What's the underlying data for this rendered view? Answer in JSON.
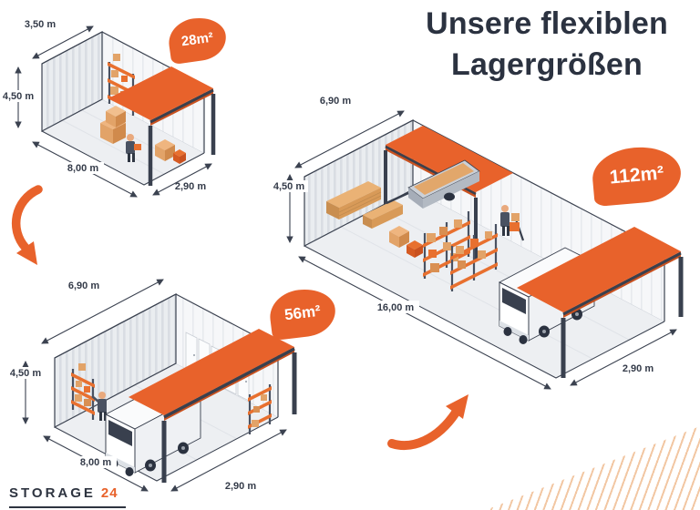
{
  "title": {
    "line1": "Unsere flexiblen",
    "line2": "Lagergrößen"
  },
  "brand": {
    "name": "STORAGE",
    "number": "24"
  },
  "colors": {
    "accent": "#E8622B",
    "accent_dark": "#C9511F",
    "dark": "#2E3440",
    "wall_light": "#EAEDF0",
    "wall_interior": "#F6F7F9",
    "floor": "#EDEFF2"
  },
  "units": [
    {
      "id": "unit-28",
      "size": "28m²",
      "dims": {
        "width": "3,50 m",
        "height": "4,50 m",
        "length": "8,00 m",
        "gate": "2,90 m"
      }
    },
    {
      "id": "unit-56",
      "size": "56m²",
      "dims": {
        "width": "6,90 m",
        "height": "4,50 m",
        "length": "8,00 m",
        "gate": "2,90 m"
      }
    },
    {
      "id": "unit-112",
      "size": "112m²",
      "dims": {
        "width": "6,90 m",
        "height": "4,50 m",
        "length": "16,00 m",
        "gate": "2,90 m"
      }
    }
  ]
}
